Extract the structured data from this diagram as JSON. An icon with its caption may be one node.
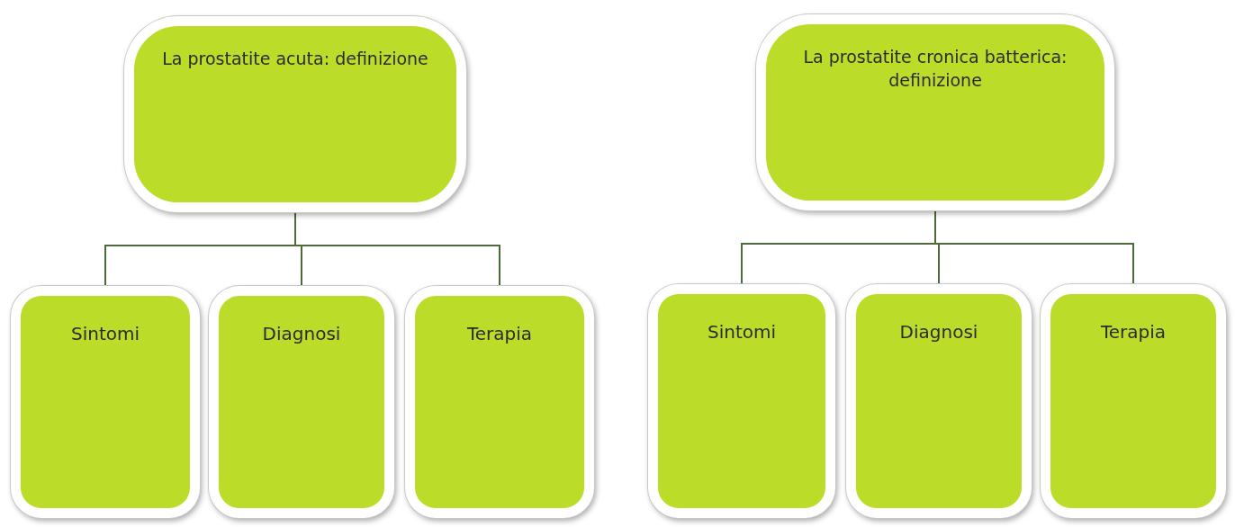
{
  "diagram": {
    "nodes": [
      {
        "text": [
          "La prostatite acuta: definizione"
        ]
      },
      {
        "text": [
          "Sintomi"
        ]
      },
      {
        "text": [
          "Diagnosi"
        ]
      },
      {
        "text": [
          "Terapia"
        ]
      },
      {
        "text": [
          "La prostatite cronica batterica: definizione"
        ]
      },
      {
        "text": [
          "Sintomi"
        ]
      },
      {
        "text": [
          "Diagnosi"
        ]
      },
      {
        "text": [
          "Terapia"
        ]
      }
    ],
    "edges": [
      {
        "from": 0,
        "to": 1,
        "arrow": "none"
      },
      {
        "from": 0,
        "to": 2,
        "arrow": "none"
      },
      {
        "from": 0,
        "to": 3,
        "arrow": "none"
      },
      {
        "from": 4,
        "to": 5,
        "arrow": "none"
      },
      {
        "from": 4,
        "to": 6,
        "arrow": "none"
      },
      {
        "from": 4,
        "to": 7,
        "arrow": "none"
      }
    ]
  }
}
